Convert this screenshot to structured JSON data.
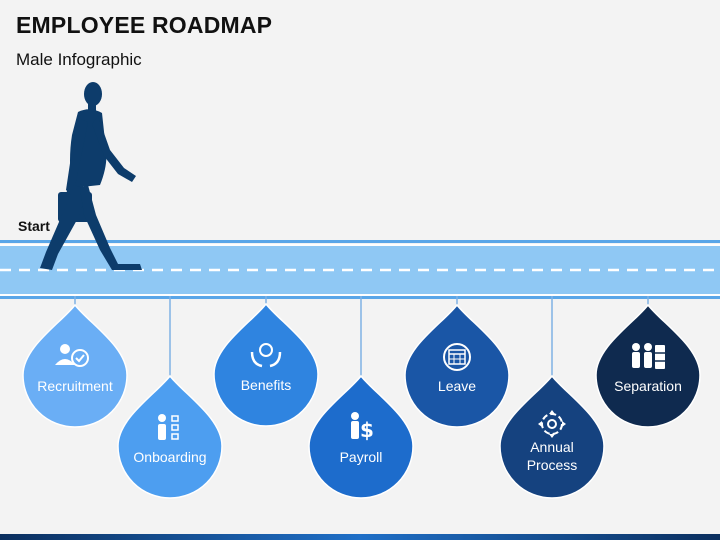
{
  "title": "EMPLOYEE ROADMAP",
  "subtitle": "Male Infographic",
  "start_label": "Start",
  "steps": [
    {
      "label": "Recruitment",
      "icon": "recruitment-icon",
      "color": "#6aaef5"
    },
    {
      "label": "Onboarding",
      "icon": "onboarding-icon",
      "color": "#4d9ef0"
    },
    {
      "label": "Benefits",
      "icon": "benefits-icon",
      "color": "#2f84e0"
    },
    {
      "label": "Payroll",
      "icon": "payroll-icon",
      "color": "#1d6ccc"
    },
    {
      "label": "Leave",
      "icon": "calendar-icon",
      "color": "#1a56a6"
    },
    {
      "label": "Annual",
      "label2": "Process",
      "icon": "gear-target-icon",
      "color": "#15427f"
    },
    {
      "label": "Separation",
      "icon": "team-icon",
      "color": "#0f2a4f"
    }
  ],
  "colors": {
    "road": "#8fc8f4",
    "road_edge": "#5aa6e8",
    "figure": "#0d3c6b",
    "connector": "#7fb2e5"
  }
}
